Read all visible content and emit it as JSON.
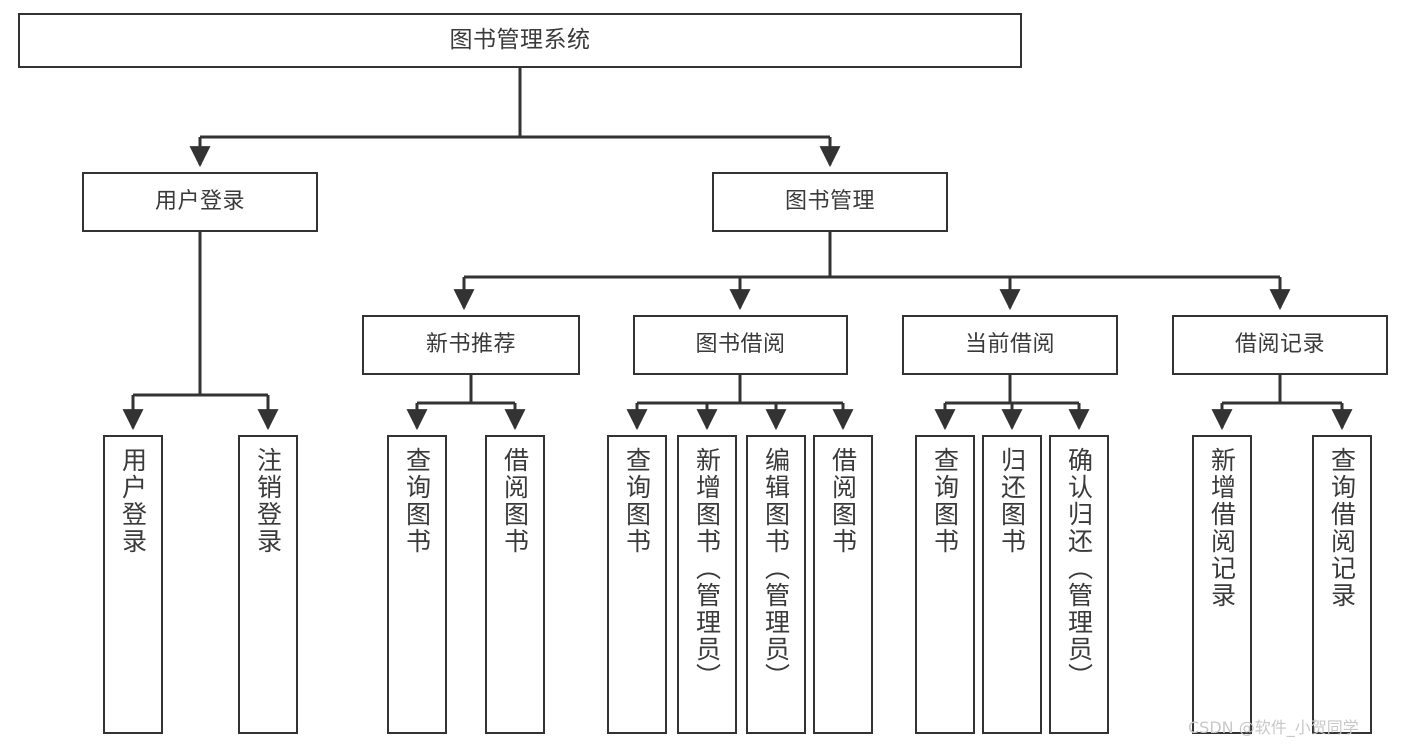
{
  "diagram": {
    "title": "图书管理系统",
    "type": "tree-hierarchy",
    "background_color": "#ffffff",
    "line_color": "#333333",
    "text_color": "#3a3a3a",
    "watermark": "CSDN @软件_小贺同学"
  },
  "nodes": {
    "root": {
      "label": "图书管理系统"
    },
    "level2": [
      {
        "label": "用户登录"
      },
      {
        "label": "图书管理"
      }
    ],
    "level3": [
      {
        "label": "新书推荐"
      },
      {
        "label": "图书借阅"
      },
      {
        "label": "当前借阅"
      },
      {
        "label": "借阅记录"
      }
    ],
    "leaves": {
      "user_login": [
        {
          "label": "用户登录"
        },
        {
          "label": "注销登录"
        }
      ],
      "new_book_recommend": [
        {
          "label": "查询图书"
        },
        {
          "label": "借阅图书"
        }
      ],
      "book_borrow": [
        {
          "label": "查询图书"
        },
        {
          "label": "新增图书（管理员）"
        },
        {
          "label": "编辑图书（管理员）"
        },
        {
          "label": "借阅图书"
        }
      ],
      "current_borrow": [
        {
          "label": "查询图书"
        },
        {
          "label": "归还图书"
        },
        {
          "label": "确认归还（管理员）"
        }
      ],
      "borrow_record": [
        {
          "label": "新增借阅记录"
        },
        {
          "label": "查询借阅记录"
        }
      ]
    }
  }
}
